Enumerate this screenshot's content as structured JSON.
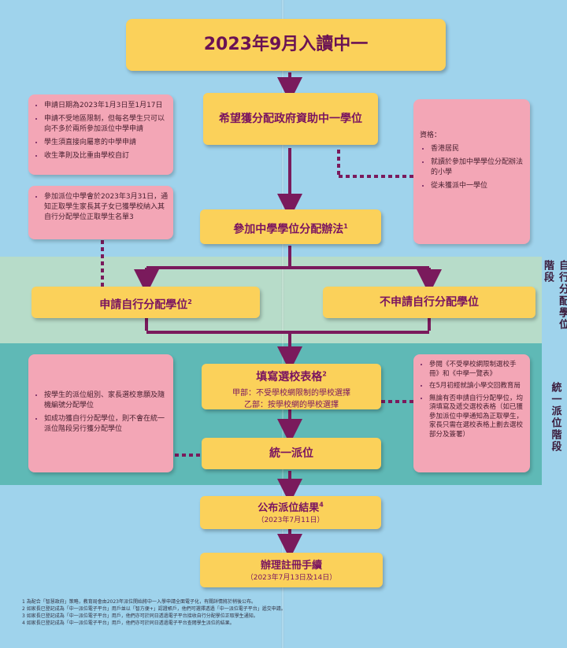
{
  "title": "2023年9月入讀中一",
  "steps": {
    "apply_govt": "希望獲分配政府資助中一學位",
    "join_scheme": "參加中學學位分配辦法",
    "join_scheme_sup": "1",
    "dp_yes": "申請自行分配學位",
    "dp_yes_sup": "2",
    "dp_no": "不申請自行分配學位",
    "choice_form": "填寫選校表格",
    "choice_form_sup": "2",
    "part_a": "甲部：不受學校網限制的學校選擇",
    "part_b": "乙部：按學校網的學校選擇",
    "central": "統一派位",
    "result": "公布派位結果",
    "result_sup": "4",
    "result_date": "（2023年7月11日）",
    "register": "辦理註冊手續",
    "register_date": "（2023年7月13日及14日）"
  },
  "notes": {
    "dp_apply": [
      "申請日期為2023年1月3日至1月17日",
      "申請不受地區限制，但每名學生只可以向不多於兩所參加派位中學申請",
      "學生須直接向屬意的中學申請",
      "收生準則及比重由學校自訂"
    ],
    "dp_result": [
      "參加派位中學會於2023年3月31日，通知正取學生家長其子女已獲學校納入其自行分配學位正取學生名單3"
    ],
    "eligibility_title": "資格：",
    "eligibility": [
      "香港居民",
      "就讀於參加中學學位分配辦法的小學",
      "從未獲派中一學位"
    ],
    "central_alloc": [
      "按學生的派位組別、家長選校意願及隨機編號分配學位",
      "如成功獲自行分配學位，則不會在統一派位階段另行獲分配學位"
    ],
    "choice_info": [
      "參閱《不受學校網限制選校手冊》和《中學一覽表》",
      "在5月初經就讀小學交回教育局",
      "無論有否申請自行分配學位，均須填寫及遞交選校表格（如已獲參加派位中學通知為正取學生，家長只需在選校表格上劃去選校部分及簽署）"
    ]
  },
  "stages": {
    "dp_stage": "自行分配學位階段",
    "central_stage": "統一派位階段"
  },
  "footnotes": [
    "1 為配合「智慧政府」策略，教育局會由2023年派位開始將中一入學申請全面電子化，有關詳情將於稍後公布。",
    "2 如家長已登記成為「中一派位電子平台」用戶並以「智方便+」認證帳戶，他們可選擇透過「中一派位電子平台」遞交申請。",
    "3 如家長已登記成為「中一派位電子平台」用戶，他們亦可於同日透過電子平台接收自行分配學位正取學生通知。",
    "4 如家長已登記成為「中一派位電子平台」用戶，他們亦可於同日透過電子平台查閱學生派位的結果。"
  ],
  "colors": {
    "step_box": "#fbd15a",
    "step_text": "#7a1460",
    "note_box": "#f3a6b6",
    "arrow": "#7a1a5c",
    "background": "#9fd3ec",
    "dp_band": "#b7dcc9",
    "central_band": "#5fb9b6"
  }
}
